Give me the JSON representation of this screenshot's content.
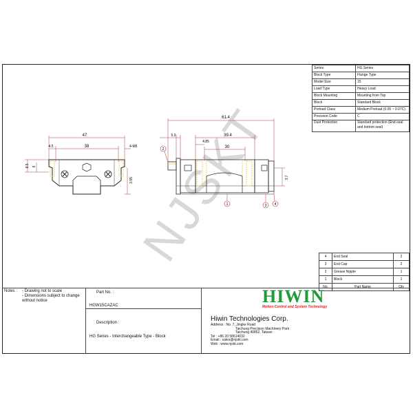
{
  "watermark": "NJSKT",
  "spec_table": [
    {
      "key": "Series",
      "value": "HG Series"
    },
    {
      "key": "Block Type",
      "value": "Flange Type"
    },
    {
      "key": "Model Size",
      "value": "15"
    },
    {
      "key": "Load Type",
      "value": "Heavy Load"
    },
    {
      "key": "Block Mounting",
      "value": "Mounting from Top"
    },
    {
      "key": "Block",
      "value": "Standard Block"
    },
    {
      "key": "Preload Class",
      "value": "Medium Preload (0.05 ~ 0.07C)"
    },
    {
      "key": "Precision Code",
      "value": "C"
    },
    {
      "key": "Dust Protection",
      "value": "Standard protection (End-seal and bottom seal)"
    }
  ],
  "parts_table": {
    "rows": [
      {
        "no": "4",
        "name": "End Seal",
        "qty": "2"
      },
      {
        "no": "3",
        "name": "End Cap",
        "qty": "2"
      },
      {
        "no": "2",
        "name": "Grease Nipple",
        "qty": "1"
      },
      {
        "no": "1",
        "name": "Block",
        "qty": "1"
      }
    ],
    "header": {
      "no": "No.",
      "name": "Part Name",
      "qty": "Qty"
    }
  },
  "front_view": {
    "dims": {
      "overall_width": "47",
      "bolt_pitch": "38",
      "edge": "4.5",
      "thread": "4-M5",
      "height": "8.5",
      "flange": "6",
      "side": "3.95"
    }
  },
  "side_view": {
    "dims": {
      "overall_length": "61.4",
      "body_length": "39.4",
      "hole_pitch": "30",
      "offset": "4.85",
      "nipple": "5.3",
      "seal_height": "3.7"
    },
    "callouts": [
      "1",
      "2",
      "3",
      "4"
    ]
  },
  "title_block": {
    "notes_label": "Notes :",
    "notes": [
      "- Drawing not to scale",
      "- Dimensions subject to change without notice"
    ],
    "part_no_label": "Part No. :",
    "part_no": "HGW15CAZAC",
    "description_label": "Description :",
    "description": "HG Series - Interchangeable Type - Block",
    "company": "Hiwin Technologies Corp.",
    "address_label": "Address :",
    "address_lines": [
      "No. 7, Jingke Road",
      "Taichung Precision Machinery Park",
      "Taichung 40852, Taiwan"
    ],
    "tel": "Tel : +86 20 58614032",
    "email": "Email : sales@njskt.com",
    "web": "Web : www.njskt.com",
    "logo_text": "HIWIN",
    "logo_tagline": "Motion Control and System Technology"
  },
  "colors": {
    "dim_line": "#b0323c",
    "hidden_line": "#e9d36a",
    "logo": "#1f9a3b",
    "tagline": "#dd2222"
  }
}
